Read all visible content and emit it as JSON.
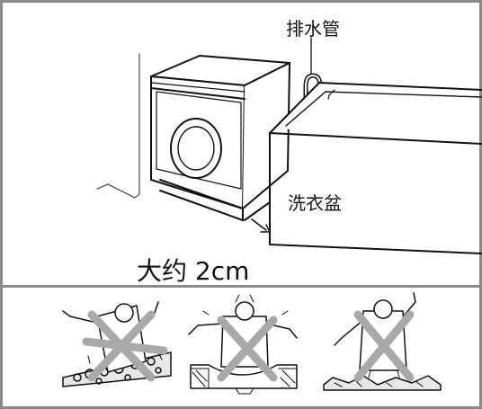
{
  "labels": {
    "drain_hose": "排水管",
    "wash_basin": "洗衣盆",
    "gap": "大约 2cm"
  },
  "colors": {
    "frame": "#8a8a8a",
    "line": "#111111",
    "cross": "#a9a9a9"
  },
  "icons": {
    "warnings": [
      "incorrect-uneven-floor-icon",
      "incorrect-curved-surface-icon",
      "incorrect-bumpy-floor-icon"
    ]
  }
}
